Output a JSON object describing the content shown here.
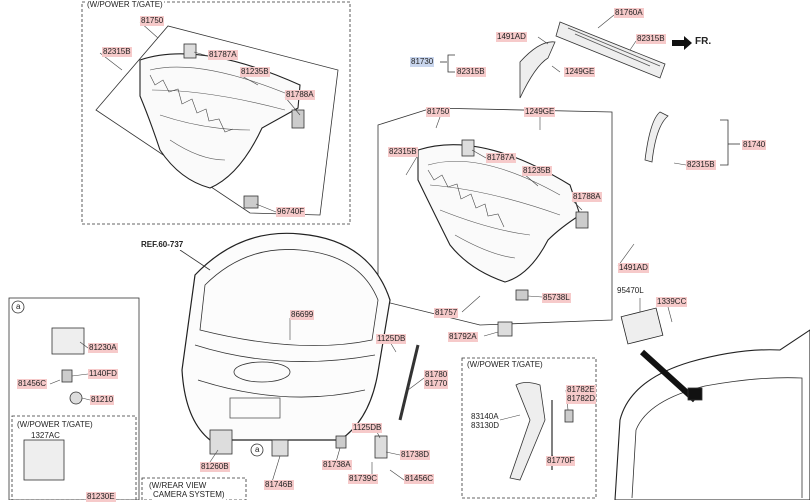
{
  "diagram": {
    "box_titles": {
      "power_gate_top": "(W/POWER T/GATE)",
      "power_gate_bottom": "(W/POWER T/GATE)",
      "section_a": "a",
      "power_gate_small": "(W/POWER T/GATE)",
      "rear_view_line1": "(W/REAR VIEW",
      "rear_view_line2": "CAMERA SYSTEM)"
    },
    "ref": "REF.60-737",
    "fr": "FR.",
    "callout_a": "a",
    "labels": {
      "l81750_top": "81750",
      "l82315B_top": "82315B",
      "l81787A_top": "81787A",
      "l81235B_top": "81235B",
      "l81788A_top": "81788A",
      "l96740F": "96740F",
      "l1491AD_top": "1491AD",
      "l81760A": "81760A",
      "l82315B_r1": "82315B",
      "l81730": "81730",
      "l82315B_r2": "82315B",
      "l1249GE_top": "1249GE",
      "l81750_mid": "81750",
      "l1249GE_mid": "1249GE",
      "l82315B_mid": "82315B",
      "l81787A_mid": "81787A",
      "l81235B_mid": "81235B",
      "l81788A_mid": "81788A",
      "l81740": "81740",
      "l82315B_r3": "82315B",
      "l1491AD_mid": "1491AD",
      "l85738L": "85738L",
      "l81757": "81757",
      "l81792A": "81792A",
      "l95470L": "95470L",
      "l1339CC": "1339CC",
      "l86699": "86699",
      "l1125DB_a": "1125DB",
      "l81780": "81780",
      "l81770": "81770",
      "l81230A": "81230A",
      "l1140FD": "1140FD",
      "l81456C_a": "81456C",
      "l81210": "81210",
      "l1327AC": "1327AC",
      "l1125DB_b": "1125DB",
      "l81738A": "81738A",
      "l81738D": "81738D",
      "l81739C": "81739C",
      "l81456C_b": "81456C",
      "l81260B": "81260B",
      "l81746B": "81746B",
      "l81782E": "81782E",
      "l81782D": "81782D",
      "l83140A": "83140A",
      "l83130D": "83130D",
      "l81770F": "81770F",
      "l81230E": "81230E"
    }
  }
}
